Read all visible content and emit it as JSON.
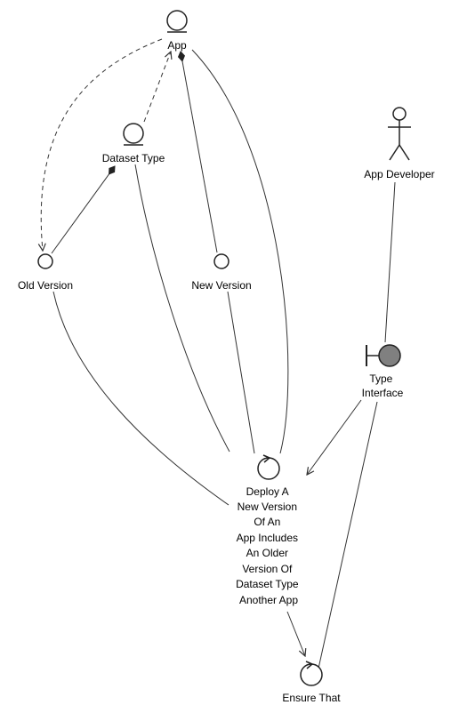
{
  "diagram": {
    "nodes": {
      "app": {
        "kind": "entity",
        "label": [
          "App"
        ]
      },
      "dataset_type": {
        "kind": "entity",
        "label": [
          "Dataset Type"
        ]
      },
      "old_version": {
        "kind": "circle",
        "label": [
          "Old Version"
        ]
      },
      "new_version": {
        "kind": "circle",
        "label": [
          "New Version"
        ]
      },
      "app_developer": {
        "kind": "actor",
        "label": [
          "App Developer"
        ]
      },
      "type_interface": {
        "kind": "boundary",
        "label": [
          "Type",
          "Interface"
        ]
      },
      "deploy": {
        "kind": "control",
        "label": [
          "Deploy A",
          "New Version",
          "Of An",
          "App Includes",
          "An Older",
          "Version Of",
          "Dataset Type",
          "Another App"
        ]
      },
      "ensure_that": {
        "kind": "control",
        "label": [
          "Ensure That"
        ]
      }
    },
    "edges": [
      {
        "from": "app",
        "to": "old_version",
        "style": "dashed",
        "arrow": "open"
      },
      {
        "from": "dataset_type",
        "to": "app",
        "style": "dashed",
        "arrow": "open"
      },
      {
        "from": "dataset_type",
        "to": "old_version",
        "style": "solid",
        "arrow": "diamond"
      },
      {
        "from": "app",
        "to": "new_version",
        "style": "solid",
        "arrow": "diamond"
      },
      {
        "from": "app",
        "to": "deploy",
        "style": "solid",
        "arrow": "none"
      },
      {
        "from": "dataset_type",
        "to": "deploy",
        "style": "solid",
        "arrow": "none"
      },
      {
        "from": "old_version",
        "to": "deploy",
        "style": "solid",
        "arrow": "none"
      },
      {
        "from": "new_version",
        "to": "deploy",
        "style": "solid",
        "arrow": "none"
      },
      {
        "from": "app_developer",
        "to": "type_interface",
        "style": "solid",
        "arrow": "none"
      },
      {
        "from": "type_interface",
        "to": "deploy",
        "style": "solid",
        "arrow": "open"
      },
      {
        "from": "type_interface",
        "to": "ensure_that",
        "style": "solid",
        "arrow": "open"
      },
      {
        "from": "deploy",
        "to": "ensure_that",
        "style": "solid",
        "arrow": "open"
      }
    ]
  }
}
